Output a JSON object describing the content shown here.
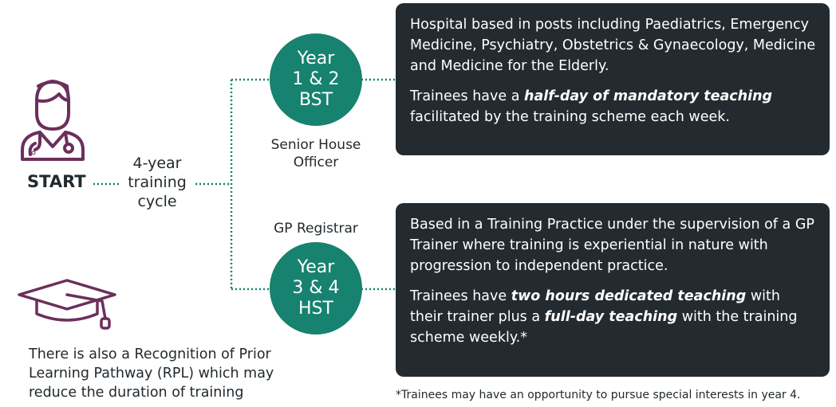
{
  "colors": {
    "accent_green": "#17826f",
    "box_dark": "#232b31",
    "icon_purple": "#6b2f5c",
    "text": "#222a2f"
  },
  "start": {
    "icon": "doctor-icon",
    "label": "START"
  },
  "cycle": {
    "line1": "4-year",
    "line2": "training",
    "line3": "cycle"
  },
  "stages": [
    {
      "circle_lines": [
        "Year",
        "1 & 2",
        "BST"
      ],
      "role_lines": [
        "Senior House",
        "Officer"
      ],
      "description": [
        {
          "parts": [
            "Hospital based in posts including Paediatrics, Emergency Medicine, Psychiatry, Obstetrics & Gynaecology, Medicine and Medicine for the Elderly."
          ]
        },
        {
          "parts": [
            "Trainees have a ",
            "half-day of mandatory teaching",
            " facilitated by the training scheme each week."
          ]
        }
      ]
    },
    {
      "circle_lines": [
        "Year",
        "3 & 4",
        "HST"
      ],
      "role_lines": [
        "GP Registrar"
      ],
      "description": [
        {
          "parts": [
            "Based in a Training Practice under the supervision of a GP Trainer where training is experiential in nature with progression to independent practice."
          ]
        },
        {
          "parts": [
            "Trainees have ",
            "two hours dedicated teaching",
            " with their trainer plus a ",
            "full-day teaching",
            " with the training scheme weekly.*"
          ]
        }
      ]
    }
  ],
  "rpl": {
    "icon": "graduation-cap-icon",
    "line1": "There is also a Recognition of Prior",
    "line2": "Learning Pathway (RPL) which may",
    "line3": "reduce the duration of training"
  },
  "footnote": "*Trainees may have an opportunity to pursue special interests in year 4."
}
